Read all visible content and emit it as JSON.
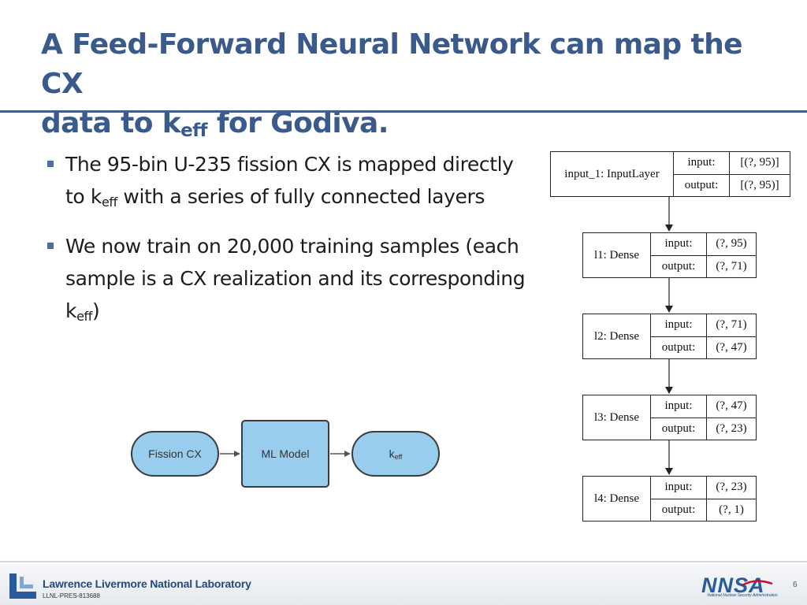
{
  "title": {
    "line1": "A Feed-Forward Neural Network can map the CX",
    "line2_pre": "data to k",
    "line2_sub": "eff",
    "line2_post": " for Godiva."
  },
  "bullets": [
    {
      "pre": "The 95-bin U-235 fission CX is mapped directly to k",
      "sub": "eff",
      "post": " with a series of fully connected layers"
    },
    {
      "pre": "We now train on 20,000 training samples (each sample is a CX realization and its corresponding k",
      "sub": "eff",
      "post": ")"
    }
  ],
  "flow": {
    "input": "Fission CX",
    "model": "ML Model",
    "output_pre": "k",
    "output_sub": "eff",
    "node_color": "#99cdee"
  },
  "network": {
    "io_labels": {
      "input": "input:",
      "output": "output:"
    },
    "layers": [
      {
        "name": "input_1: InputLayer",
        "input": "[(?, 95)]",
        "output": "[(?, 95)]"
      },
      {
        "name": "l1: Dense",
        "input": "(?, 95)",
        "output": "(?, 71)"
      },
      {
        "name": "l2: Dense",
        "input": "(?, 71)",
        "output": "(?, 47)"
      },
      {
        "name": "l3: Dense",
        "input": "(?, 47)",
        "output": "(?, 23)"
      },
      {
        "name": "l4: Dense",
        "input": "(?, 23)",
        "output": "(?, 1)"
      }
    ]
  },
  "footer": {
    "org": "Lawrence Livermore National Laboratory",
    "doc_id": "LLNL-PRES-813688",
    "agency_logo_text": "NNSA",
    "agency_name": "National Nuclear Security Administration",
    "page": "6"
  },
  "colors": {
    "title": "#3a5a8c",
    "accent_rule": "#3e5f8c",
    "flow_node": "#99cdee",
    "bullet_marker": "#4e6f9d"
  }
}
